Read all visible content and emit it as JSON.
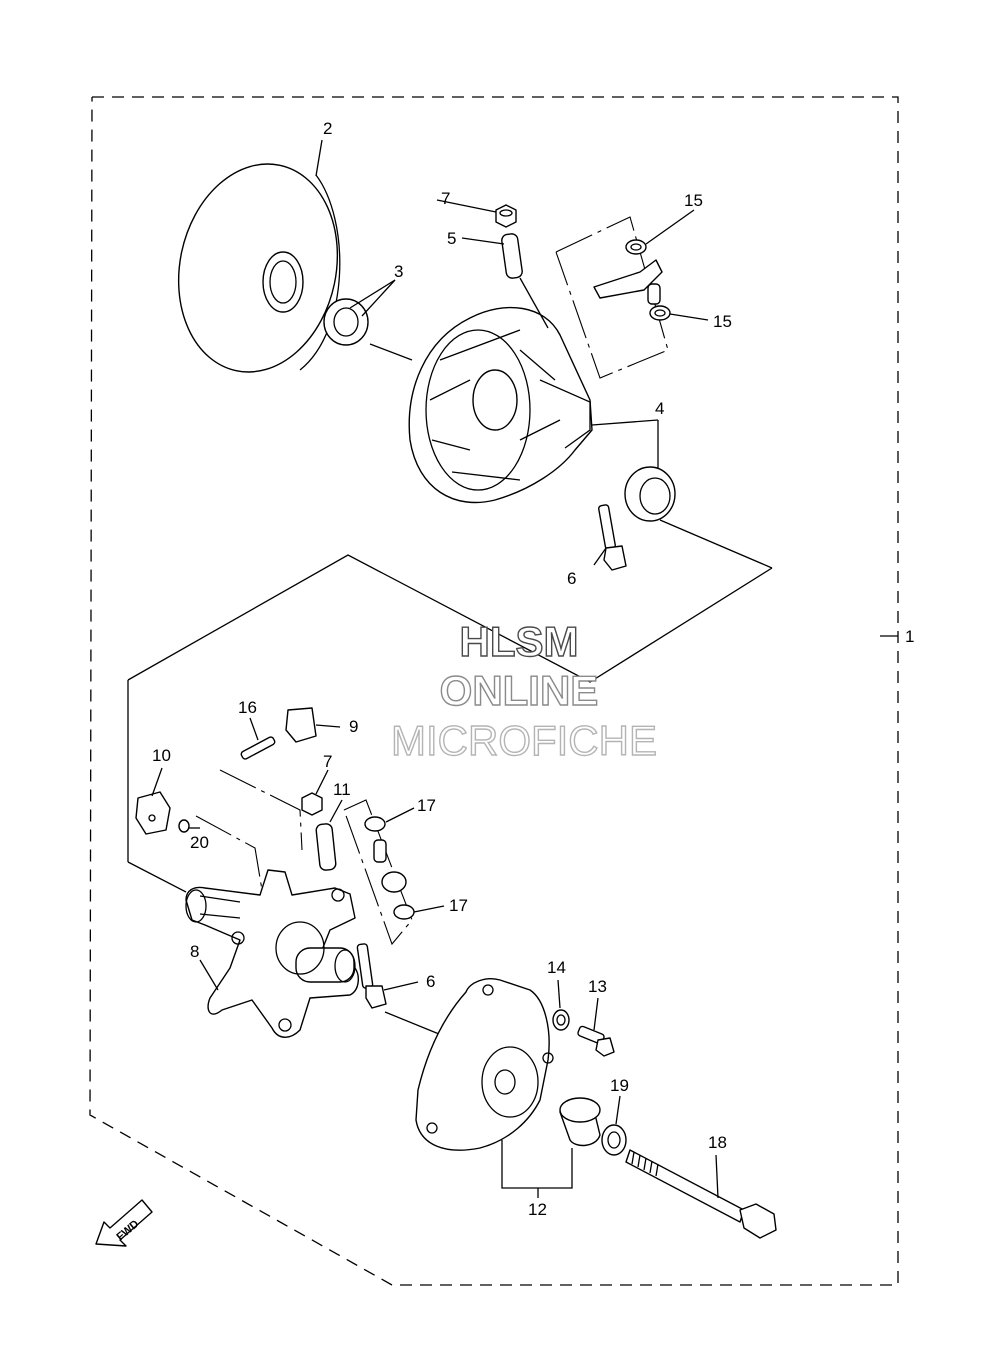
{
  "callouts": {
    "c1": "1",
    "c2": "2",
    "c3": "3",
    "c4": "4",
    "c5": "5",
    "c6a": "6",
    "c6b": "6",
    "c7a": "7",
    "c7b": "7",
    "c8": "8",
    "c9": "9",
    "c10": "10",
    "c11": "11",
    "c12": "12",
    "c13": "13",
    "c14": "14",
    "c15a": "15",
    "c15b": "15",
    "c16": "16",
    "c17a": "17",
    "c17b": "17",
    "c18": "18",
    "c19": "19",
    "c20": "20"
  },
  "watermark": {
    "line1": "HLSM",
    "line2": "ONLINE",
    "line3": "MICROFICHE"
  },
  "fwd_label": "FWD"
}
